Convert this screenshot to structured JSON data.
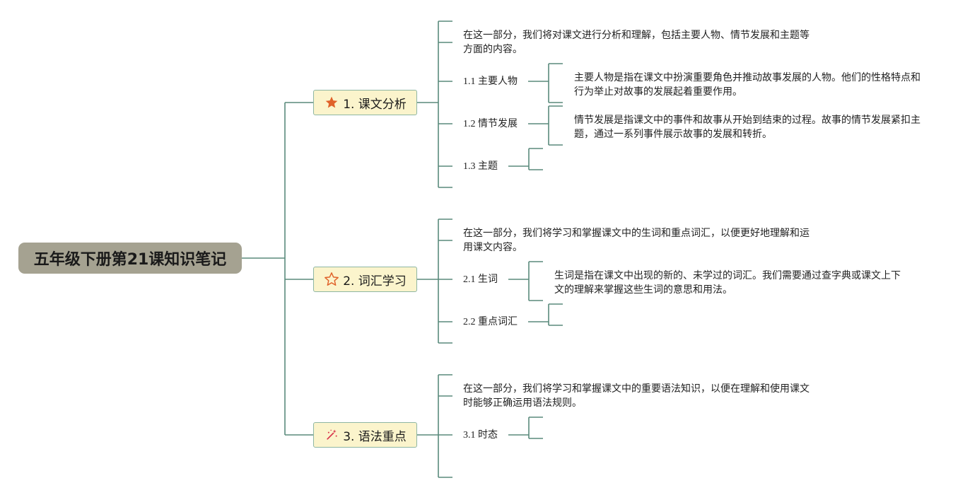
{
  "root": {
    "title": "五年级下册第21课知识笔记"
  },
  "topics": [
    {
      "label": "1. 课文分析",
      "icon": "star-filled-icon",
      "intro": "在这一部分，我们将对课文进行分析和理解，包括主要人物、情节发展和主题等\n方面的内容。",
      "subs": [
        {
          "label": "1.1 主要人物",
          "note": "主要人物是指在课文中扮演重要角色并推动故事发展的人物。他们的性格特点和\n行为举止对故事的发展起着重要作用。"
        },
        {
          "label": "1.2 情节发展",
          "note": "情节发展是指课文中的事件和故事从开始到结束的过程。故事的情节发展紧扣主\n题，通过一系列事件展示故事的发展和转折。"
        },
        {
          "label": "1.3 主题",
          "note": ""
        }
      ]
    },
    {
      "label": "2. 词汇学习",
      "icon": "star-outline-icon",
      "intro": "在这一部分，我们将学习和掌握课文中的生词和重点词汇，以便更好地理解和运\n用课文内容。",
      "subs": [
        {
          "label": "2.1 生词",
          "note": "生词是指在课文中出现的新的、未学过的词汇。我们需要通过查字典或课文上下\n文的理解来掌握这些生词的意思和用法。"
        },
        {
          "label": "2.2 重点词汇",
          "note": ""
        }
      ]
    },
    {
      "label": "3. 语法重点",
      "icon": "magic-wand-icon",
      "intro": "在这一部分，我们将学习和掌握课文中的重要语法知识，以便在理解和使用课文\n时能够正确运用语法规则。",
      "subs": [
        {
          "label": "3.1 时态",
          "note": ""
        }
      ]
    }
  ],
  "colors": {
    "connector": "#5a8a7c",
    "root_bg": "#a5a291",
    "topic_bg": "#fbf4cc",
    "topic_border": "#8eb6a3",
    "star_fill": "#e0622a",
    "star_outline": "#e0622a",
    "wand": "#d8334a"
  }
}
